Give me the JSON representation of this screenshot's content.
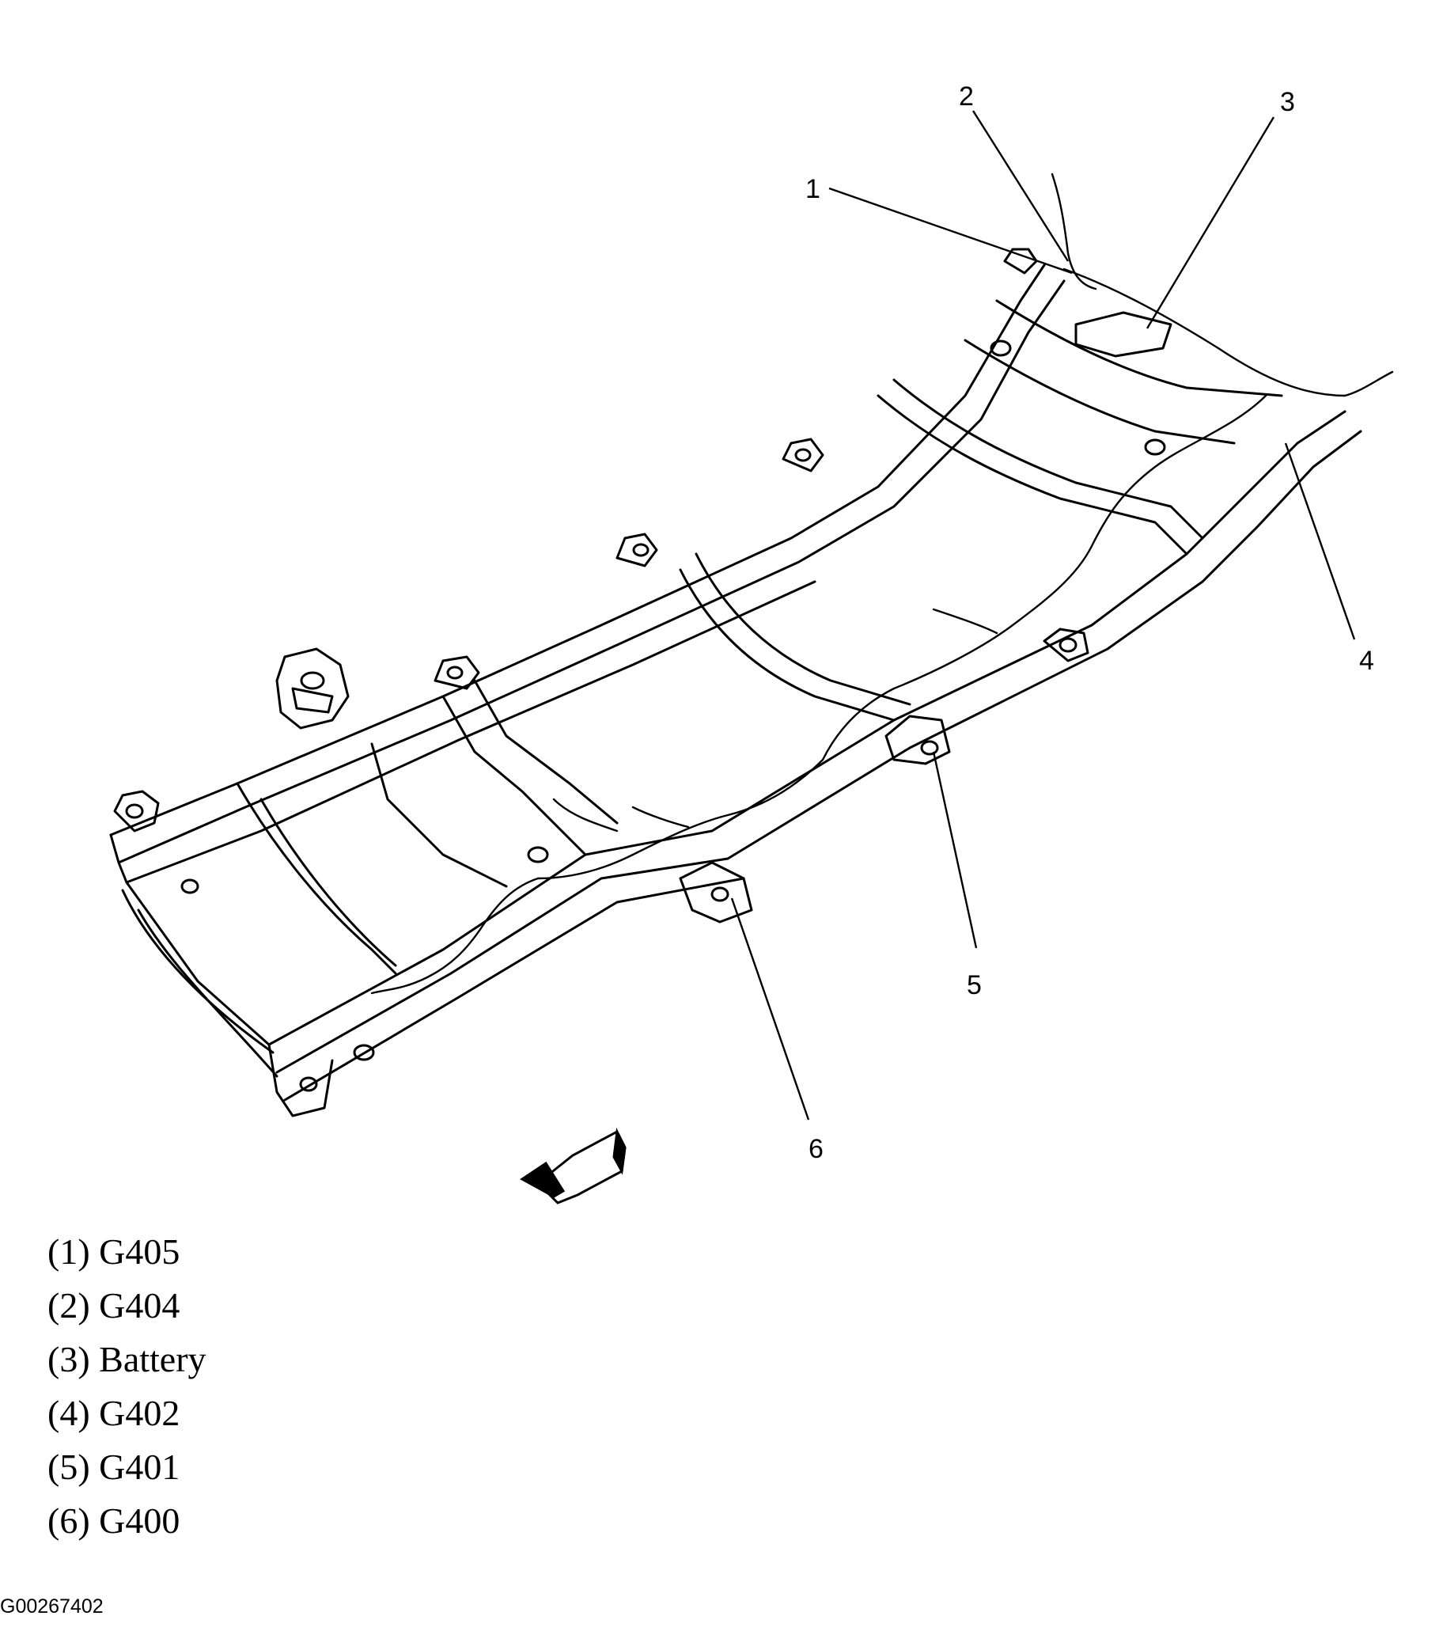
{
  "callouts": [
    {
      "number": "1",
      "label": "G405"
    },
    {
      "number": "2",
      "label": "G404"
    },
    {
      "number": "3",
      "label": "Battery"
    },
    {
      "number": "4",
      "label": "G402"
    },
    {
      "number": "5",
      "label": "G401"
    },
    {
      "number": "6",
      "label": "G400"
    }
  ],
  "legend": [
    "(1) G405",
    "(2) G404",
    "(3) Battery",
    "(4) G402",
    "(5) G401",
    "(6) G400"
  ],
  "figure_id": "G00267402",
  "icons": {
    "direction_arrow": "forward-direction-arrow-icon"
  }
}
